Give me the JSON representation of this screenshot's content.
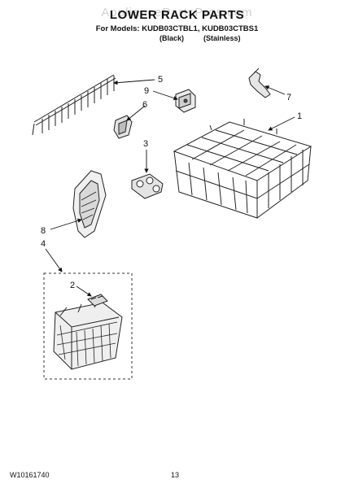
{
  "header": {
    "watermark": "AppliancePartsPros.com",
    "title": "LOWER RACK PARTS",
    "models": "For Models: KUDB03CTBL1, KUDB03CTBS1",
    "finish_black": "(Black)",
    "finish_stainless": "(Stainless)"
  },
  "callouts": {
    "c1": "1",
    "c2": "2",
    "c3": "3",
    "c4": "4",
    "c5": "5",
    "c6": "6",
    "c7": "7",
    "c8": "8",
    "c9": "9"
  },
  "footer": {
    "doc_number": "W10161740",
    "page_number": "13"
  }
}
